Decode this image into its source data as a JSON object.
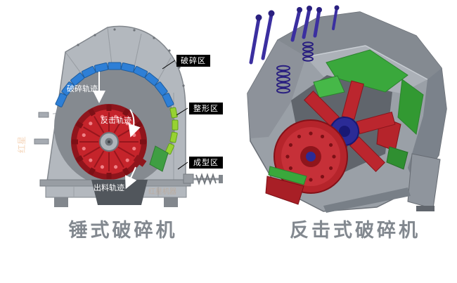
{
  "page": {
    "background": "#ffffff"
  },
  "hammer_figure": {
    "caption": "锤式破碎机",
    "zones": [
      {
        "label": "破碎区"
      },
      {
        "label": "整形区"
      },
      {
        "label": "成型区"
      }
    ],
    "trajectories": [
      {
        "label": "破碎轨迹"
      },
      {
        "label": "反击轨迹"
      },
      {
        "label": "出料轨迹"
      }
    ],
    "watermark_logo": "红星",
    "watermark_text": "红星机器"
  },
  "impact_figure": {
    "caption": "反击式破碎机"
  },
  "colors": {
    "machine_gray": "#9aa0a7",
    "rotor_red": "#c5242b",
    "liner_blue": "#2e7fd6",
    "liner_lime": "#97d232",
    "panel_green": "#3aa83c",
    "bolt_purple": "#3b2fa0",
    "hub_navy": "#2b2b96",
    "zone_label_bg": "#000000",
    "zone_label_fg": "#ffffff",
    "caption_gray": "#82888f",
    "watermark_orange": "#e07a20"
  }
}
